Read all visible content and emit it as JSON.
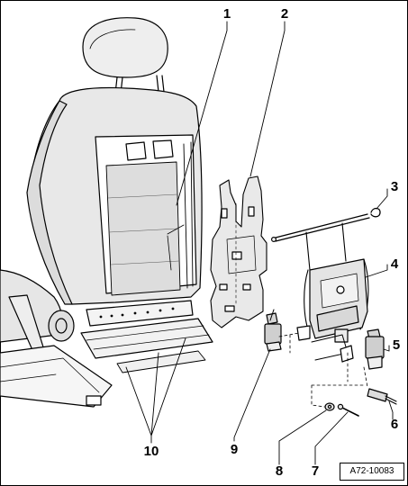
{
  "diagram": {
    "reference_code": "A72-10083",
    "callouts": [
      "1",
      "2",
      "3",
      "4",
      "5",
      "6",
      "7",
      "8",
      "9",
      "10"
    ]
  }
}
